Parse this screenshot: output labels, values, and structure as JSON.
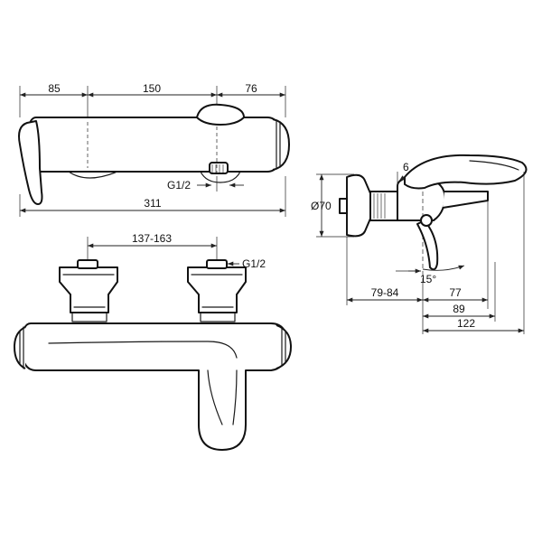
{
  "dimensions": {
    "top_left": "85",
    "top_mid": "150",
    "top_right": "76",
    "overall_width": "311",
    "thread_top": "G1/2",
    "centers": "137-163",
    "thread_front": "G1/2",
    "diameter": "Ø70",
    "handle_offset": "6",
    "wall_offset": "79-84",
    "depth_77": "77",
    "depth_89": "89",
    "depth_122": "122",
    "angle": "15°"
  }
}
